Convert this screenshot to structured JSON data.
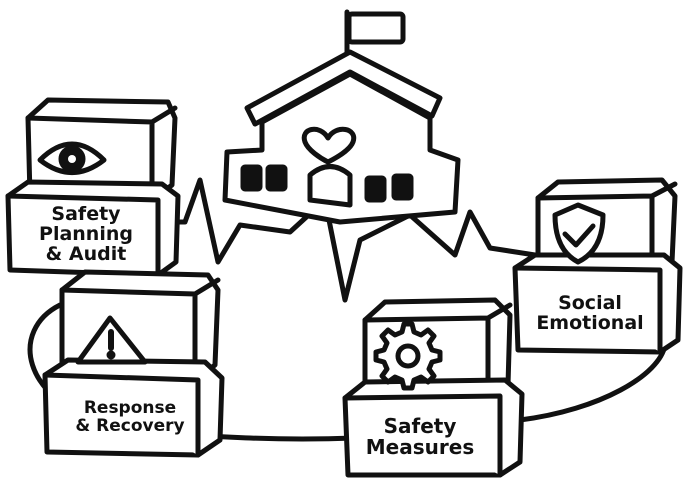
{
  "colors": {
    "line": "#111111",
    "fill": "#ffffff"
  },
  "center": {
    "icon": "school-heart-icon",
    "flag_icon": "flag-icon",
    "pulse_icon": "heartbeat-line"
  },
  "modules": [
    {
      "id": "safety-planning",
      "label": "Safety\nPlanning\n& Audit",
      "icon": "eye-icon"
    },
    {
      "id": "response-recovery",
      "label": "Response\n& Recovery",
      "icon": "warning-triangle-icon"
    },
    {
      "id": "safety-measures",
      "label": "Safety\nMeasures",
      "icon": "gear-icon"
    },
    {
      "id": "social-emotional",
      "label": "Social\nEmotional",
      "icon": "shield-check-icon"
    }
  ]
}
